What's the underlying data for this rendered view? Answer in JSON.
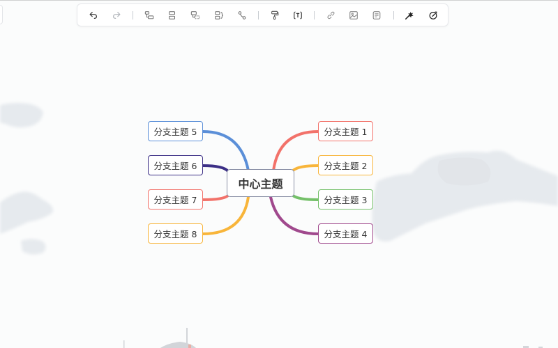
{
  "toolbar": {
    "groups": [
      [
        {
          "name": "undo",
          "icon": "undo-icon",
          "enabled": true
        },
        {
          "name": "redo",
          "icon": "redo-icon",
          "enabled": false
        }
      ],
      [
        {
          "name": "add-child-node",
          "icon": "child-node-icon"
        },
        {
          "name": "add-sibling-node",
          "icon": "sibling-node-icon"
        },
        {
          "name": "add-parent-node",
          "icon": "parent-node-icon"
        },
        {
          "name": "add-summary",
          "icon": "summary-icon"
        },
        {
          "name": "add-association",
          "icon": "association-line-icon"
        }
      ],
      [
        {
          "name": "format-painter",
          "icon": "paint-roller-icon"
        },
        {
          "name": "formula",
          "icon": "formula-icon"
        }
      ],
      [
        {
          "name": "hyperlink",
          "icon": "link-icon"
        },
        {
          "name": "image",
          "icon": "image-icon"
        },
        {
          "name": "note",
          "icon": "note-icon"
        }
      ],
      [
        {
          "name": "theme",
          "icon": "magic-wand-icon"
        },
        {
          "name": "structure",
          "icon": "compass-icon"
        }
      ]
    ]
  },
  "mindmap": {
    "root": {
      "label": "中心主题",
      "border": "#8a90a6"
    },
    "branches": [
      {
        "id": 1,
        "label": "分支主题 1",
        "color": "#f2726a",
        "side": "right"
      },
      {
        "id": 2,
        "label": "分支主题 2",
        "color": "#f8b53a",
        "side": "right"
      },
      {
        "id": 3,
        "label": "分支主题 3",
        "color": "#74c069",
        "side": "right"
      },
      {
        "id": 4,
        "label": "分支主题 4",
        "color": "#a0498d",
        "side": "right"
      },
      {
        "id": 5,
        "label": "分支主题 5",
        "color": "#5b8fd8",
        "side": "left"
      },
      {
        "id": 6,
        "label": "分支主题 6",
        "color": "#3c2f86",
        "side": "left"
      },
      {
        "id": 7,
        "label": "分支主题 7",
        "color": "#f2726a",
        "side": "left"
      },
      {
        "id": 8,
        "label": "分支主题 8",
        "color": "#f8b53a",
        "side": "left"
      }
    ]
  }
}
